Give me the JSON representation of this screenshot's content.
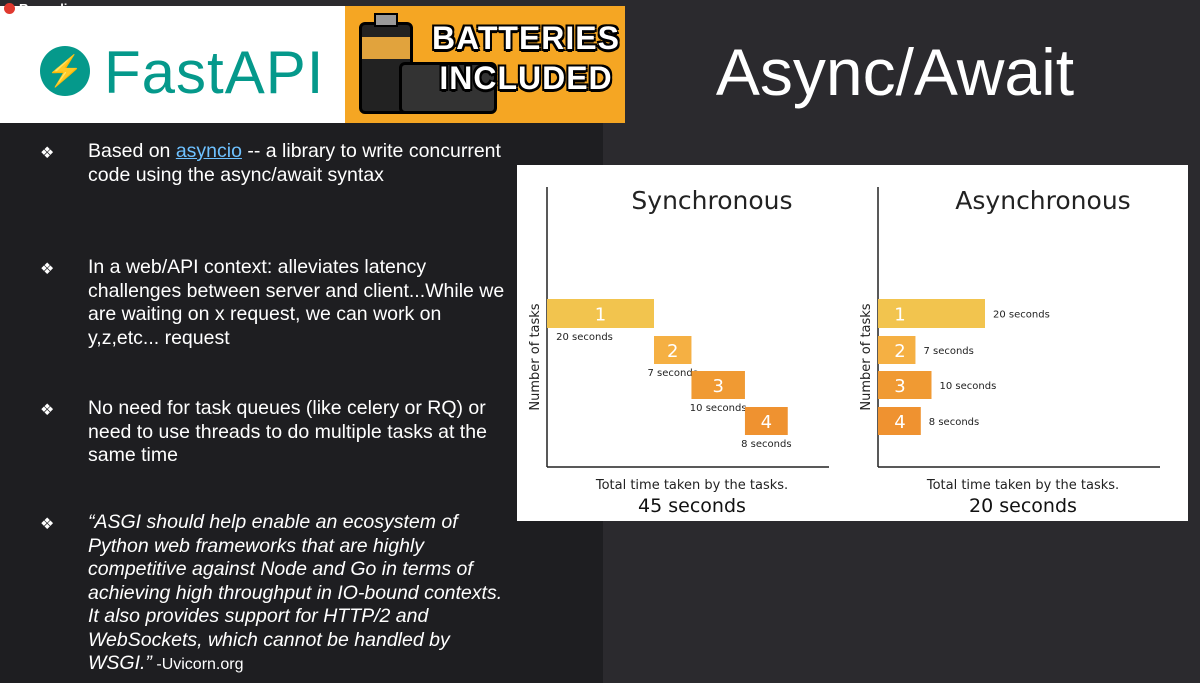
{
  "recording": {
    "label": "Recording"
  },
  "header": {
    "logo_text": "FastAPI",
    "logo_glyph": "⚡",
    "badge_line1": "BATTERIES",
    "badge_line2": "INCLUDED",
    "title": "Async/Await"
  },
  "bullets": {
    "b1_prefix": "Based on ",
    "b1_link": "asyncio",
    "b1_suffix": " -- a library to write concurrent code using the async/await syntax",
    "b2": "In a web/API context: alleviates latency challenges between server and client...While we are waiting on x request, we can work on y,z,etc... request",
    "b3": "No need for task queues (like celery or RQ) or need to use threads to do multiple tasks at the same time",
    "b4_quote": "“ASGI should help enable an ecosystem of Python web frameworks that are highly competitive against Node and Go in terms of achieving high throughput in IO-bound contexts. It also provides support for HTTP/2 and WebSockets, which cannot be handled by WSGI.”",
    "b4_source": " -Uvicorn.org",
    "marker": "❖"
  },
  "chart_data": [
    {
      "type": "bar",
      "title": "Synchronous",
      "ylabel": "Number of tasks",
      "xlabel": "Total time taken by the tasks.",
      "total": "45 seconds",
      "tasks": [
        {
          "label": "1",
          "start": 0,
          "duration": 20,
          "duration_label": "20 seconds"
        },
        {
          "label": "2",
          "start": 20,
          "duration": 7,
          "duration_label": "7 seconds"
        },
        {
          "label": "3",
          "start": 27,
          "duration": 10,
          "duration_label": "10 seconds"
        },
        {
          "label": "4",
          "start": 37,
          "duration": 8,
          "duration_label": "8 seconds"
        }
      ],
      "colors": [
        "#f2c44e",
        "#f5b043",
        "#f09a33",
        "#ef9230"
      ]
    },
    {
      "type": "bar",
      "title": "Asynchronous",
      "ylabel": "Number of tasks",
      "xlabel": "Total time taken by the tasks.",
      "total": "20 seconds",
      "tasks": [
        {
          "label": "1",
          "start": 0,
          "duration": 20,
          "duration_label": "20 seconds"
        },
        {
          "label": "2",
          "start": 0,
          "duration": 7,
          "duration_label": "7 seconds"
        },
        {
          "label": "3",
          "start": 0,
          "duration": 10,
          "duration_label": "10 seconds"
        },
        {
          "label": "4",
          "start": 0,
          "duration": 8,
          "duration_label": "8 seconds"
        }
      ],
      "colors": [
        "#f2c44e",
        "#f5b043",
        "#f09a33",
        "#ef9230"
      ]
    }
  ]
}
